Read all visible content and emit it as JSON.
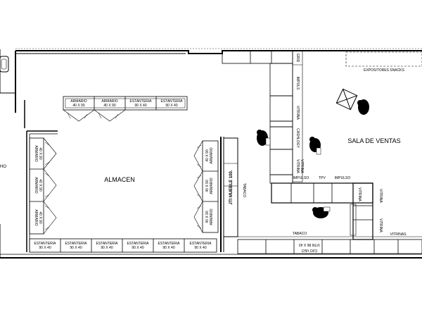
{
  "rooms": {
    "almacen": "ALMACEN",
    "sala_ventas": "SALA DE VENTAS",
    "cut_left": "HO"
  },
  "top_furniture": [
    {
      "type": "ARMARIO",
      "dims": "40 X 90"
    },
    {
      "type": "ARMARIO",
      "dims": "40 X 90"
    },
    {
      "type": "ESTANTERIA",
      "dims": "90 X 40"
    },
    {
      "type": "ESTANTERIA",
      "dims": "90 X 40"
    }
  ],
  "left_armarios": [
    {
      "type": "ARMARIO",
      "dims": "40 X 90"
    },
    {
      "type": "ARMARIO",
      "dims": "40 X 90"
    },
    {
      "type": "ARMARIO",
      "dims": "40 X 90"
    }
  ],
  "bottom_shelves": [
    {
      "type": "ESTANTERIA",
      "dims": "90 X 40"
    },
    {
      "type": "ESTANTERIA",
      "dims": "90 X 40"
    },
    {
      "type": "ESTANTERIA",
      "dims": "90 X 40"
    },
    {
      "type": "ESTANTERIA",
      "dims": "90 X 40"
    },
    {
      "type": "ESTANTERIA",
      "dims": "90 X 40"
    },
    {
      "type": "ESTANTERIA",
      "dims": "90 X 40"
    }
  ],
  "right_armarios": [
    {
      "type": "ARMARIO",
      "dims": "40 X 90"
    },
    {
      "type": "ARMARIO",
      "dims": "40 X 90"
    },
    {
      "type": "ARMARIO",
      "dims": "40 X 90"
    }
  ],
  "labels": {
    "mueble": "JTI MUEBLE 100.",
    "tabaco_vertical": "TABACO",
    "tabaco_bottom": "TABACO",
    "expositores": "EXPOSITORES SNACKS",
    "impulso_1": "IMPULSO",
    "tpv": "TPV",
    "impulso_2": "IMPULSO",
    "vitrina_1": "VITRINA",
    "vitrina_2": "VITRINA",
    "vitrina_3": "VITRINA",
    "vitrinas": "VITRINAS",
    "impuls_vertical": "IMPULS",
    "vitrina_top": "VITRINA",
    "cash_label": "CASHLOGY",
    "vitrina_mid": "VITRINA",
    "grid_top": "GRID",
    "vitrina_counter": "VITRINA",
    "ojo_veo": "OJO VEO",
    "vitrina_4x": "VITR 86 X 43"
  }
}
